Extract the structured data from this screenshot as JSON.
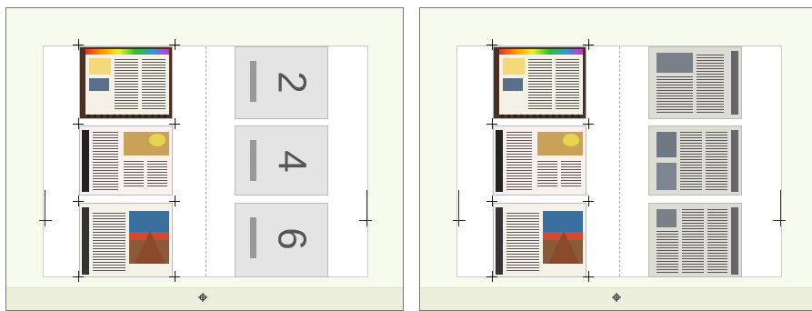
{
  "panels": [
    {
      "id": "left-preview",
      "rows": [
        {
          "content": "magazine-spread-contents",
          "blank_page_number": "2"
        },
        {
          "content": "magazine-cover-article",
          "blank_page_number": "4"
        },
        {
          "content": "magazine-car-feature",
          "blank_page_number": "6"
        }
      ]
    },
    {
      "id": "right-preview",
      "rows": [
        {
          "content": "magazine-spread-contents",
          "page_content": "magazine-grey-page"
        },
        {
          "content": "magazine-cover-article",
          "page_content": "magazine-grey-page"
        },
        {
          "content": "magazine-car-feature",
          "page_content": "magazine-grey-page"
        }
      ]
    }
  ],
  "icons": {
    "registration": "crosshair-registration-icon",
    "crop": "crop-mark-icon"
  },
  "colors": {
    "panel_bg": "#f7fbee",
    "footer_bg": "#ecefdc",
    "blank_page": "#e4e4e4",
    "grey_page": "#dcdcd4"
  }
}
